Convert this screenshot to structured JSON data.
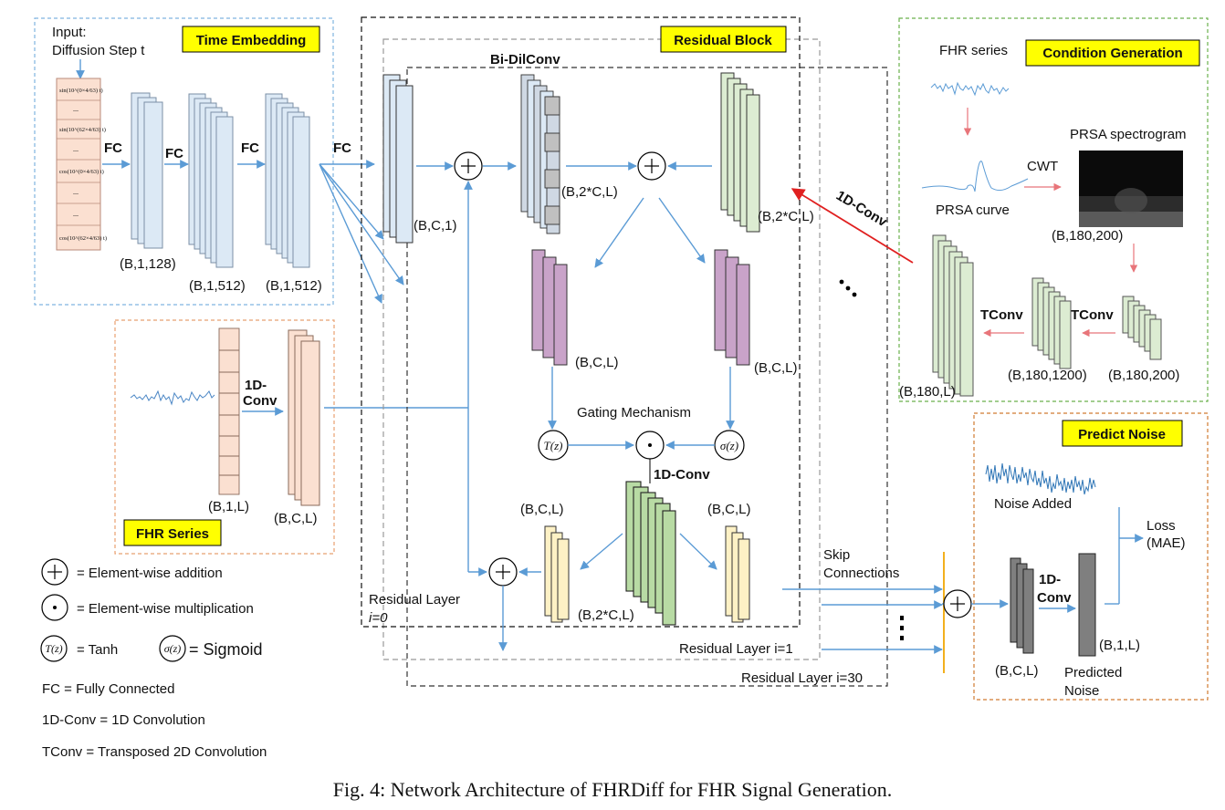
{
  "caption": "Fig. 4: Network Architecture of FHRDiff for FHR Signal Generation.",
  "time_embedding": {
    "title": "Time Embedding",
    "input_line1": "Input:",
    "input_line2": "Diffusion Step t",
    "formulas": [
      "sin(10^(0×4/63) t)",
      "sin(10^(62×4/63) t)",
      "cos(10^(0×4/63) t)",
      "cos(10^(62×4/63) t)"
    ],
    "fc_labels": [
      "FC",
      "FC",
      "FC",
      "FC"
    ],
    "shapes": [
      "(B,1,128)",
      "(B,1,512)",
      "(B,1,512)"
    ]
  },
  "fhr_series": {
    "title": "FHR Series",
    "conv_label_1": "1D-",
    "conv_label_2": "Conv",
    "shapes": [
      "(B,1,L)",
      "(B,C,L)"
    ]
  },
  "residual_block": {
    "title": "Residual Block",
    "bidilconv": "Bi-DilConv",
    "in_shape": "(B,C,1)",
    "shape_2c_a": "(B,2*C,L)",
    "shape_2c_b": "(B,2*C,L)",
    "shape_c_a": "(B,C,L)",
    "shape_c_b": "(B,C,L)",
    "gating": "Gating Mechanism",
    "tanh": "T(z)",
    "sigmoid": "σ(z)",
    "conv": "1D-Conv",
    "out_shape_a": "(B,C,L)",
    "out_shape_b": "(B,C,L)",
    "out_shape_2c": "(B,2*C,L)",
    "layer0_line1": "Residual Layer",
    "layer0_line2": "i=0",
    "layer1": "Residual Layer i=1",
    "layer30": "Residual Layer i=30"
  },
  "condition_generation": {
    "title": "Condition Generation",
    "fhr_series": "FHR series",
    "prsa_curve": "PRSA curve",
    "prsa_spec": "PRSA spectrogram",
    "cwt": "CWT",
    "spec_shape": "(B,180,200)",
    "tconv_a": "TConv",
    "tconv_b": "TConv",
    "shape_a": "(B,180,L)",
    "shape_b": "(B,180,1200)",
    "shape_c": "(B,180,200)",
    "link_label": "1D-Conv"
  },
  "predict_noise": {
    "title": "Predict Noise",
    "noise_added": "Noise Added",
    "loss_1": "Loss",
    "loss_2": "(MAE)",
    "conv_1": "1D-",
    "conv_2": "Conv",
    "in_shape": "(B,C,L)",
    "out_shape": "(B,1,L)",
    "predicted_1": "Predicted",
    "predicted_2": "Noise"
  },
  "skip": {
    "line1": "Skip",
    "line2": "Connections"
  },
  "legend": {
    "add": "= Element-wise addition",
    "mul": "= Element-wise multiplication",
    "tanh_sym": "T(z)",
    "tanh": "= Tanh",
    "sig_sym": "σ(z)",
    "sig": "= Sigmoid",
    "fc": "FC = Fully Connected",
    "conv": "1D-Conv = 1D Convolution",
    "tconv": "TConv = Transposed 2D Convolution"
  },
  "colors": {
    "embed_fill": "#dce9f5",
    "fhr_fill": "#fbe0d1",
    "purple": "#c9a3c9",
    "green": "#dcecd2",
    "dark_green": "#b8dba4",
    "yellow": "#fdf1c5",
    "gray": "#7f7f7f",
    "label_yellow": "#ffff00"
  }
}
